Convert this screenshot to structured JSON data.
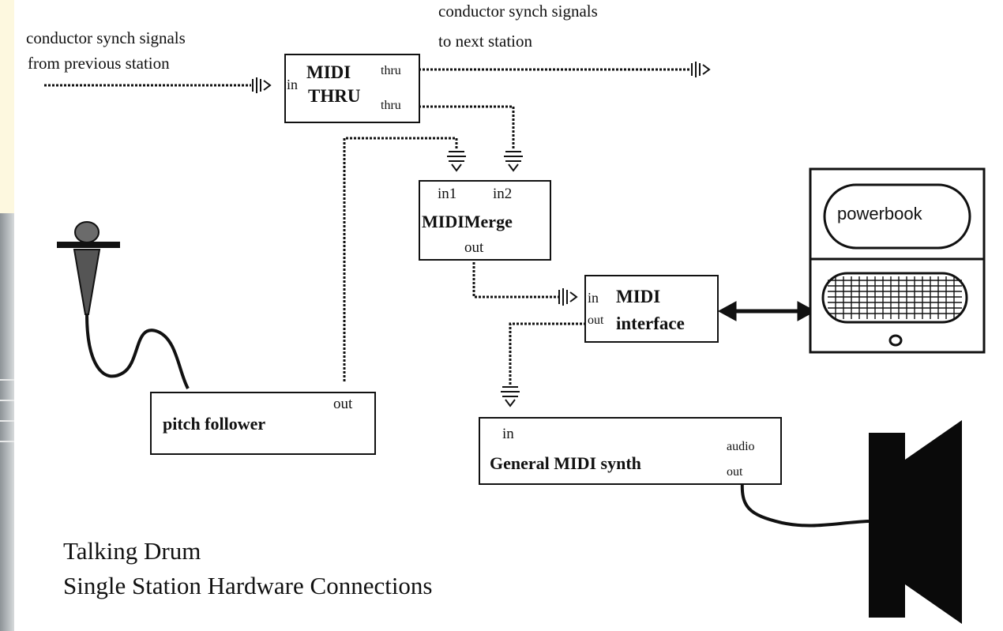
{
  "top_labels": {
    "from_previous": [
      "conductor synch signals",
      "from previous station"
    ],
    "to_next": [
      "conductor synch signals",
      "to next station"
    ]
  },
  "midi_thru": {
    "title_line1": "MIDI",
    "title_line2": "THRU",
    "in": "in",
    "thru_top": "thru",
    "thru_bottom": "thru"
  },
  "midi_merge": {
    "in1": "in1",
    "in2": "in2",
    "title": "MIDIMerge",
    "out": "out"
  },
  "midi_interface": {
    "in": "in",
    "out": "out",
    "title_line1": "MIDI",
    "title_line2": "interface"
  },
  "powerbook": {
    "label": "powerbook"
  },
  "pitch_follower": {
    "title": "pitch follower",
    "out": "out"
  },
  "synth": {
    "in": "in",
    "title": "General MIDI synth",
    "audio": "audio",
    "out": "out"
  },
  "caption": [
    "Talking Drum",
    "Single Station Hardware Connections"
  ],
  "icons": [
    "microphone-icon",
    "speaker-icon",
    "powerbook-computer-icon"
  ]
}
